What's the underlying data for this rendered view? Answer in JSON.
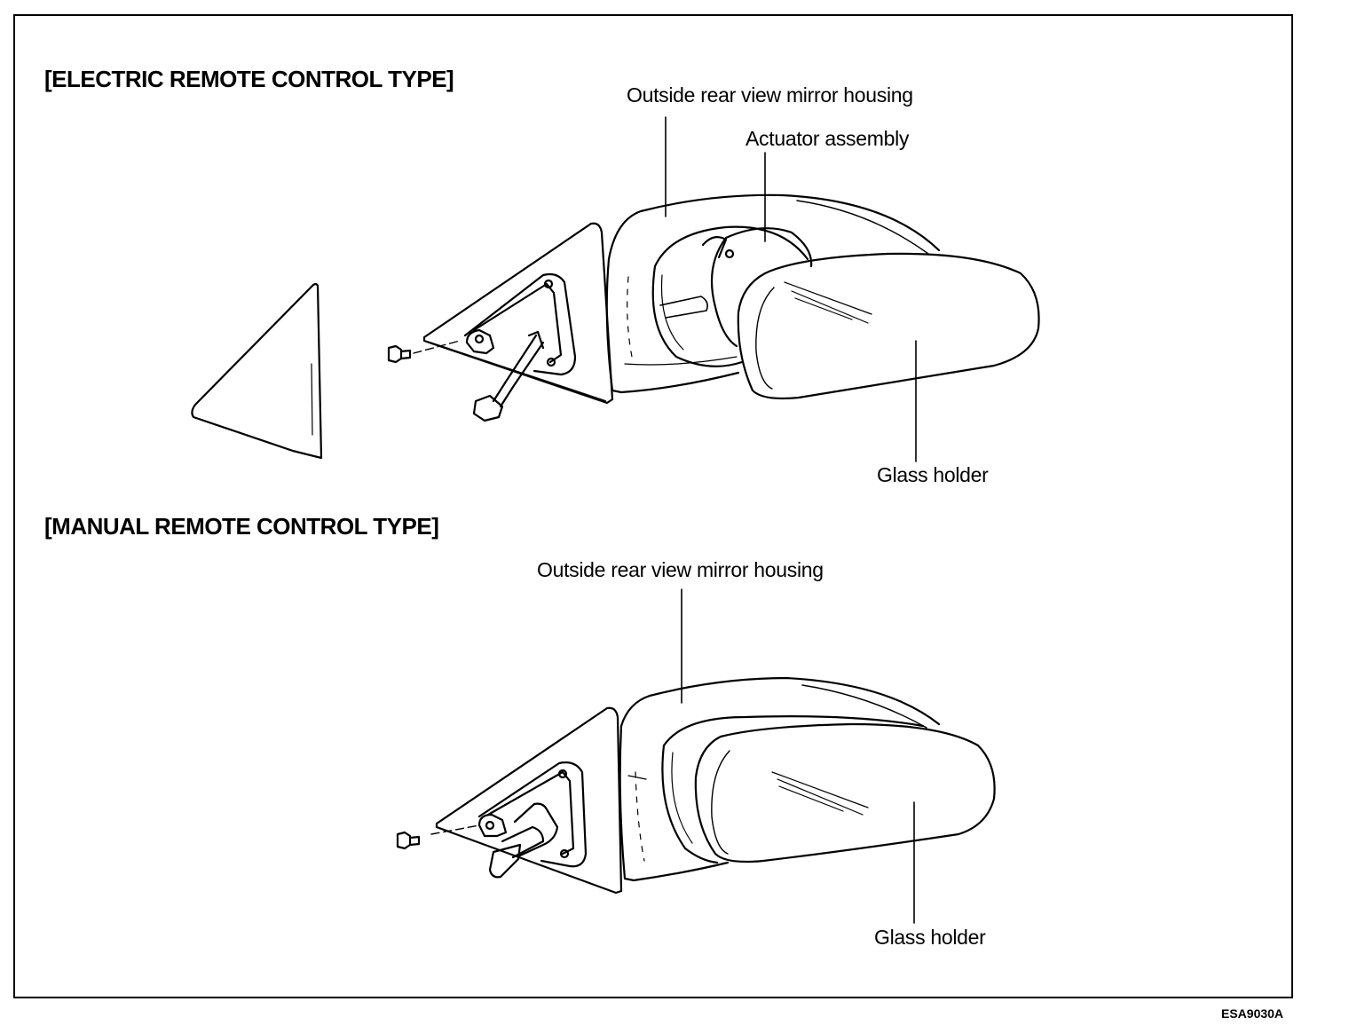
{
  "sections": [
    {
      "title": "[ELECTRIC REMOTE CONTROL TYPE]",
      "labels": {
        "housing": "Outside rear view mirror housing",
        "actuator": "Actuator assembly",
        "glass_holder": "Glass holder"
      }
    },
    {
      "title": "[MANUAL REMOTE CONTROL TYPE]",
      "labels": {
        "housing": "Outside rear view mirror housing",
        "glass_holder": "Glass holder"
      }
    }
  ],
  "figure_code": "ESA9030A"
}
